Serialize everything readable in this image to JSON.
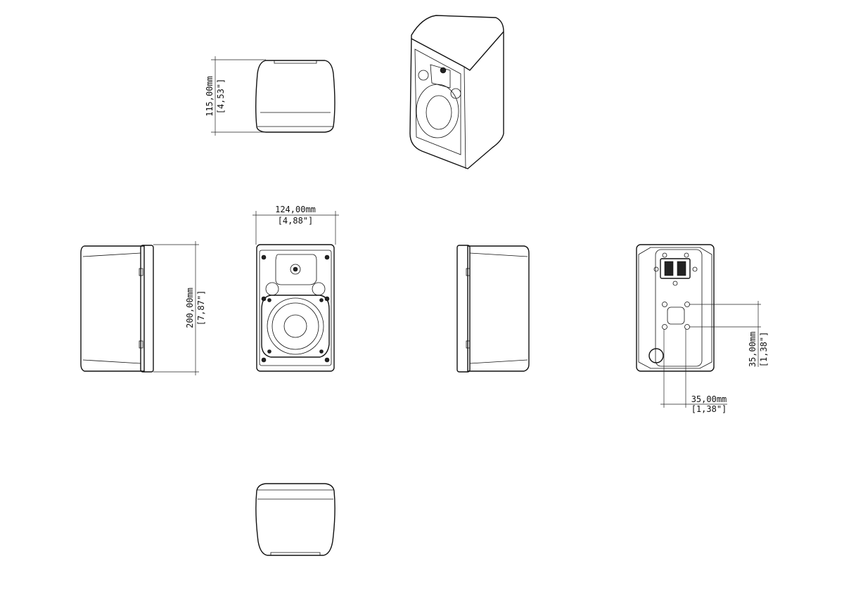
{
  "dimensions": {
    "depth": {
      "mm": "115,00mm",
      "inch": "[4,53\"]"
    },
    "width": {
      "mm": "124,00mm",
      "inch": "[4,88\"]"
    },
    "height": {
      "mm": "200,00mm",
      "inch": "[7,87\"]"
    },
    "mount_vertical": {
      "mm": "35,00mm",
      "inch": "[1,38\"]"
    },
    "mount_horizontal": {
      "mm": "35,00mm",
      "inch": "[1,38\"]"
    }
  }
}
